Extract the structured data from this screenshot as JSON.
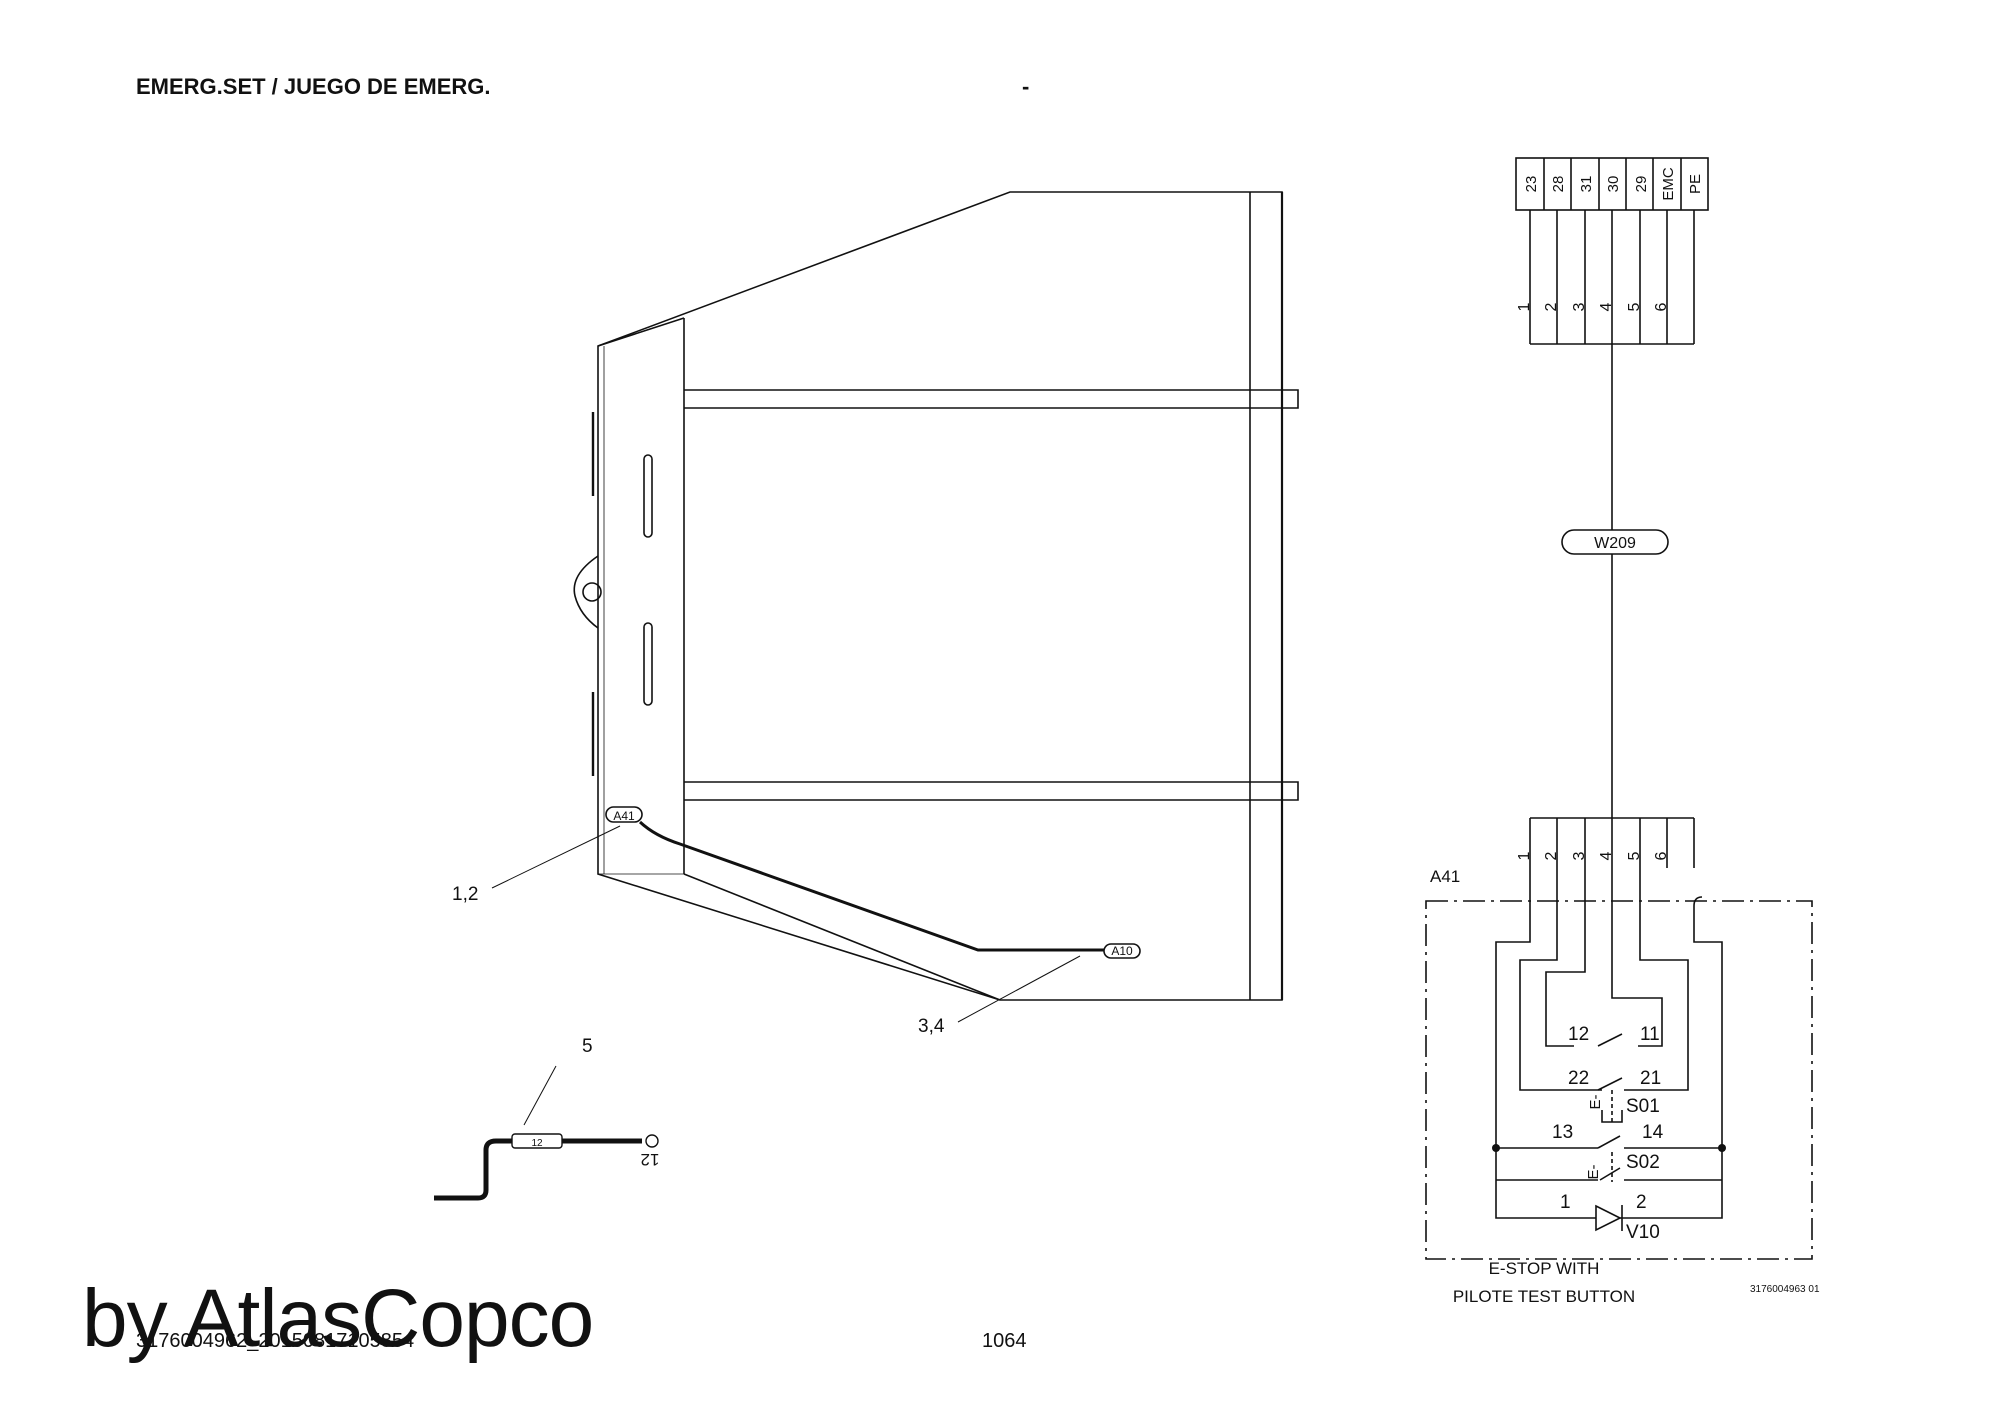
{
  "header": {
    "title": "EMERG.SET / JUEGO DE EMERG.",
    "dash": "-"
  },
  "footer": {
    "doc_number": "3176004962_20150817105854",
    "page_number": "1064",
    "drawing_ref": "3176004963 01",
    "watermark": "by AtlasCopco"
  },
  "drawing": {
    "tags": {
      "a41": "A41",
      "a10": "A10"
    },
    "callouts": {
      "c12": "1,2",
      "c34": "3,4",
      "c5": "5"
    },
    "cable_tag": "12"
  },
  "schematic": {
    "connector_labels": [
      "23",
      "28",
      "31",
      "30",
      "29",
      "EMC",
      "PE"
    ],
    "pins_top": [
      "1",
      "2",
      "3",
      "4",
      "5",
      "6"
    ],
    "pins_bottom": [
      "1",
      "2",
      "3",
      "4",
      "5",
      "6"
    ],
    "wire_tag": "W209",
    "module_label": "A41",
    "contacts": {
      "c12": "12",
      "c11": "11",
      "c22": "22",
      "c21": "21",
      "c13": "13",
      "c14": "14",
      "d1": "1",
      "d2": "2"
    },
    "switch_symbol": "E-",
    "devices": {
      "s01": "S01",
      "s02": "S02",
      "v10": "V10"
    },
    "caption": [
      "E-STOP WITH",
      "PILOTE TEST BUTTON"
    ]
  }
}
